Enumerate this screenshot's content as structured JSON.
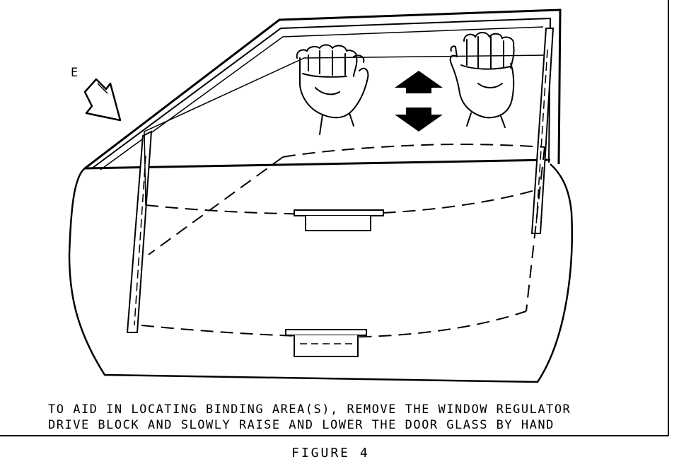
{
  "figure": {
    "label_e": "E",
    "caption_line1": "TO AID IN LOCATING BINDING AREA(S), REMOVE THE WINDOW REGULATOR",
    "caption_line2": "DRIVE BLOCK AND SLOWLY RAISE AND LOWER THE DOOR GLASS BY HAND",
    "title": "FIGURE 4"
  }
}
